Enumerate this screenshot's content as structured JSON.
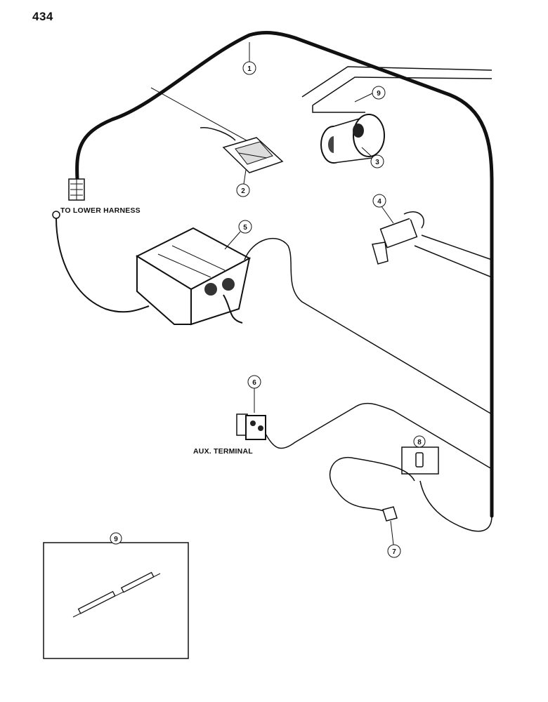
{
  "page_number": "434",
  "labels": {
    "to_lower_harness": "TO LOWER HARNESS",
    "aux_terminal": "AUX. TERMINAL"
  },
  "callouts": {
    "c1": "1",
    "c2": "2",
    "c3": "3",
    "c4": "4",
    "c5": "5",
    "c6": "6",
    "c7": "7",
    "c8": "8",
    "c9_top": "9",
    "c9_box": "9"
  },
  "colors": {
    "ink": "#111111",
    "background": "#ffffff"
  }
}
